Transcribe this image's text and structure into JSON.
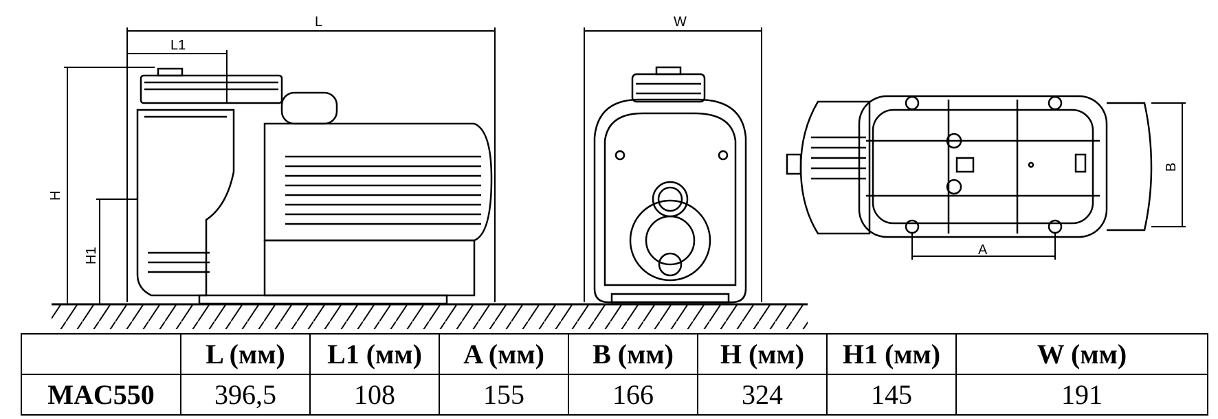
{
  "dimension_labels": {
    "L": "L",
    "L1": "L1",
    "W": "W",
    "H": "H",
    "H1": "H1",
    "A": "A",
    "B": "B"
  },
  "table": {
    "headers": [
      "L (мм)",
      "L1 (мм)",
      "A (мм)",
      "B (мм)",
      "H (мм)",
      "H1 (мм)",
      "W (мм)"
    ],
    "rows": [
      {
        "model": "MAC550",
        "values": [
          "396,5",
          "108",
          "155",
          "166",
          "324",
          "145",
          "191"
        ]
      }
    ]
  }
}
